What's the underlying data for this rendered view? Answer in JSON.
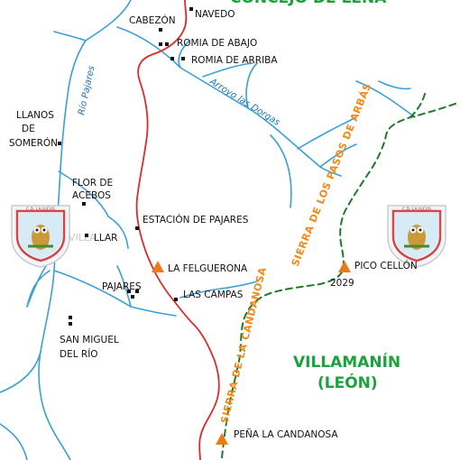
{
  "regions": {
    "top": "CONCEJO DE LENA",
    "bottom_line1": "VILLAMANÍN",
    "bottom_line2": "(LEÓN)"
  },
  "places": {
    "navedo": "NAVEDO",
    "cabezon": "CABEZÓN",
    "romia_abajo": "ROMIA DE ABAJO",
    "romia_arriba": "ROMIA DE ARRIBA",
    "llanos_1": "LLANOS",
    "llanos_2": "DE",
    "llanos_3": "SOMERÓN",
    "flor_1": "FLOR DE",
    "flor_2": "ACEBOS",
    "villar": "LLAR",
    "estacion": "ESTACIÓN DE PAJARES",
    "felguerona": "LA FELGUERONA",
    "pajares": "PAJARES",
    "las_campas": "LAS CAMPAS",
    "san_miguel_1": "SAN MIGUEL",
    "san_miguel_2": "DEL RÍO",
    "pico_cellon": "PICO CELLÓN",
    "pico_cellon_alt": "2029",
    "pena_candanosa": "PEÑA LA CANDANOSA"
  },
  "rivers": {
    "rio_pajares": "Río Pajares",
    "arroyo_dorgas": "Arroyo las Dorgas"
  },
  "ranges": {
    "sierra_arbas": "SIERRA DE LOS PASOS DE ARBÁS",
    "sierra_candanosa": "SIERRA DE LA CANDANOSA"
  },
  "logo": {
    "text": "C.D. LA JUCUS",
    "sub": "VILLA"
  },
  "colors": {
    "river": "#3aa0d8",
    "road": "#e02a2a",
    "border": "#1f7a2e",
    "sierra": "#f28a1a",
    "region": "#1aa33a",
    "peak": "#f07a10"
  },
  "icons": {
    "village": "black-square-icon",
    "peak": "orange-triangle-icon",
    "logo": "owl-crest-logo"
  }
}
